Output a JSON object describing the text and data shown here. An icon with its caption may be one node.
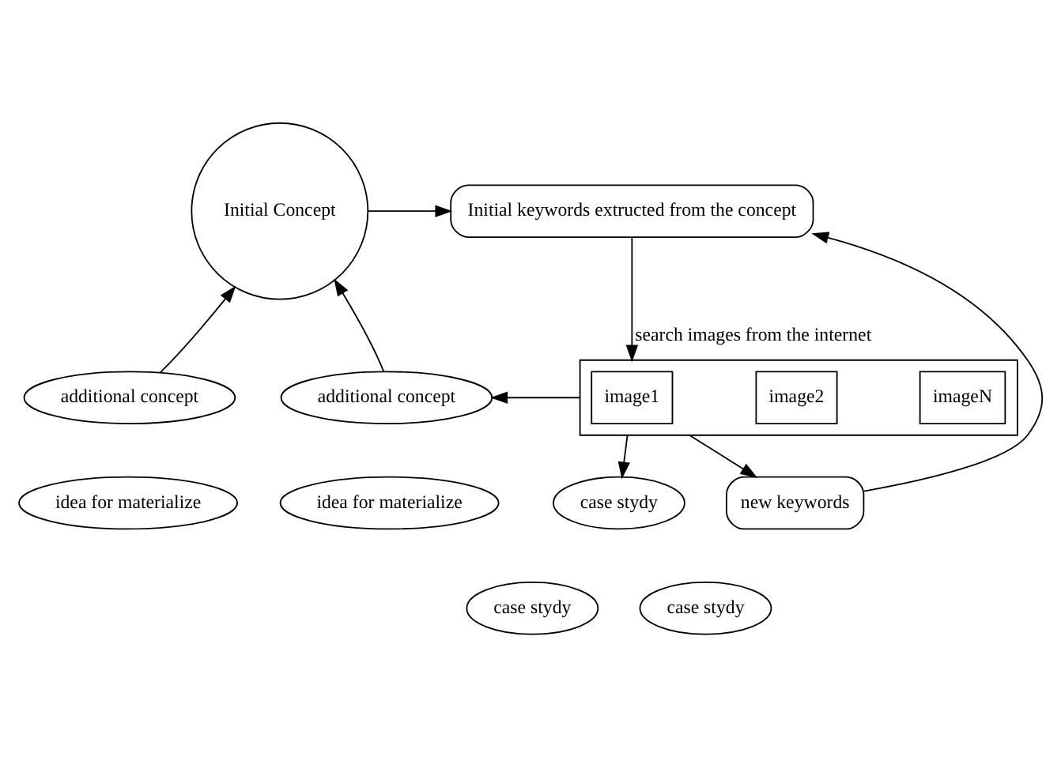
{
  "diagram": {
    "nodes": [
      {
        "text": [
          "Initial Concept"
        ]
      },
      {
        "text": [
          "Initial keywords extructed from the concept"
        ]
      },
      {
        "text": [],
        "shape": "box"
      },
      {
        "text": [
          "image1"
        ],
        "in": 2
      },
      {
        "text": [
          "image2"
        ],
        "in": 2
      },
      {
        "text": [
          "imageN"
        ],
        "in": 2
      },
      {
        "text": [
          "additional concept"
        ]
      },
      {
        "text": [
          "additional concept"
        ]
      },
      {
        "text": [
          "idea for materialize"
        ]
      },
      {
        "text": [
          "idea for materialize"
        ]
      },
      {
        "text": [
          "case stydy"
        ]
      },
      {
        "text": [
          "case stydy"
        ]
      },
      {
        "text": [
          "case stydy"
        ]
      },
      {
        "text": [
          "new keywords"
        ]
      }
    ],
    "edges": [
      {
        "from": 0,
        "to": 1,
        "arrow": "to"
      },
      {
        "from": 1,
        "to": 2,
        "arrow": "to",
        "label": "search images from the internet"
      },
      {
        "from": 6,
        "to": 0,
        "arrow": "to"
      },
      {
        "from": 7,
        "to": 0,
        "arrow": "to"
      },
      {
        "from": 2,
        "to": 7,
        "arrow": "to"
      },
      {
        "from": 2,
        "to": 10,
        "arrow": "to"
      },
      {
        "from": 2,
        "to": 13,
        "arrow": "to"
      },
      {
        "from": 13,
        "to": 1,
        "arrow": "to"
      }
    ]
  }
}
